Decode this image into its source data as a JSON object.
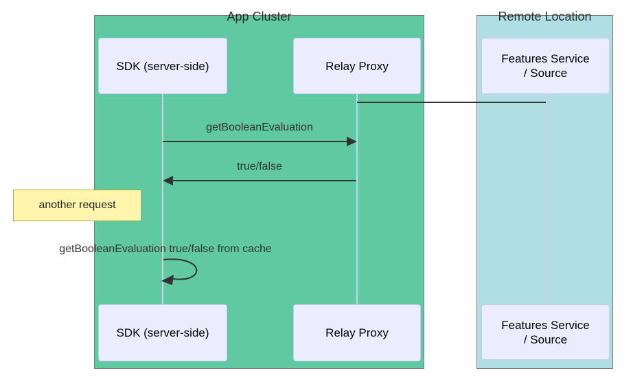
{
  "diagram_type": "sequence-diagram",
  "clusters": {
    "app": {
      "label": "App Cluster",
      "fill": "#5FCAA1"
    },
    "remote": {
      "label": "Remote Location",
      "fill": "#AFDFE4"
    }
  },
  "actors": {
    "sdk": {
      "label": "SDK (server-side)"
    },
    "relay": {
      "label": "Relay Proxy"
    },
    "features": {
      "label": "Features Service / Source",
      "line1": "Features Service",
      "line2": "/ Source"
    }
  },
  "messages": {
    "get_boolean": {
      "label": "getBooleanEvaluation",
      "from": "SDK (server-side)",
      "to": "Relay Proxy",
      "direction": "right"
    },
    "true_false": {
      "label": "true/false",
      "from": "Relay Proxy",
      "to": "SDK (server-side)",
      "direction": "left"
    },
    "cache": {
      "label": "getBooleanEvaluation true/false from cache",
      "type": "self-loop",
      "on": "SDK (server-side)"
    }
  },
  "note": {
    "label": "another request"
  },
  "links": {
    "relay_features": {
      "from": "Relay Proxy",
      "to": "Features Service / Source",
      "style": "plain-line"
    }
  },
  "colors": {
    "app_cluster_fill": "#5FCAA1",
    "remote_cluster_fill": "#AFDFE4",
    "cluster_border": "#7B7B7B",
    "actor_fill": "#ECECFF",
    "actor_border": "#C9C9F4",
    "lifeline": "#C9D2EC",
    "message_line": "#333333",
    "message_text": "#333333",
    "note_fill": "#FFF5AD",
    "note_border": "#AAAA33",
    "background": "#FFFFFF"
  }
}
